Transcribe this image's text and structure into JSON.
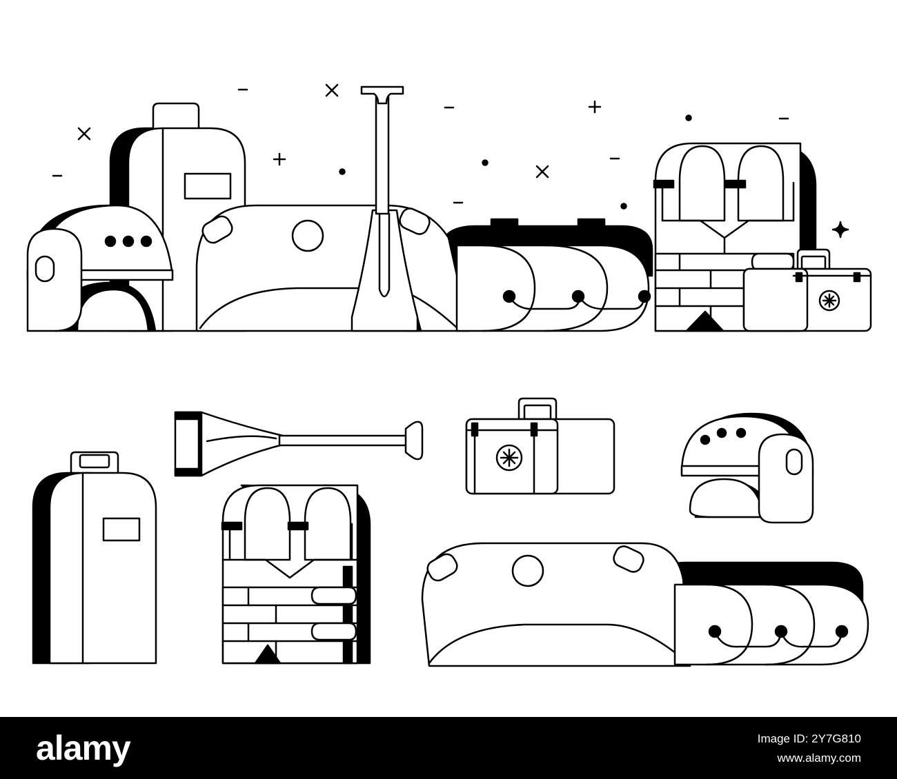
{
  "watermark": {
    "brand": "alamy",
    "image_id": "Image ID: 2Y7G810",
    "site": "www.alamy.com"
  },
  "illustration": {
    "style": "black-and-white line art",
    "colors": {
      "ink": "#000000",
      "paper": "#ffffff"
    },
    "top_row_items": [
      "helmet",
      "backpack",
      "inflatable-raft",
      "paddle",
      "life-vest",
      "first-aid-kit"
    ],
    "bottom_row_items": [
      "backpack",
      "paddle",
      "life-vest",
      "first-aid-kit",
      "helmet",
      "inflatable-raft"
    ]
  }
}
